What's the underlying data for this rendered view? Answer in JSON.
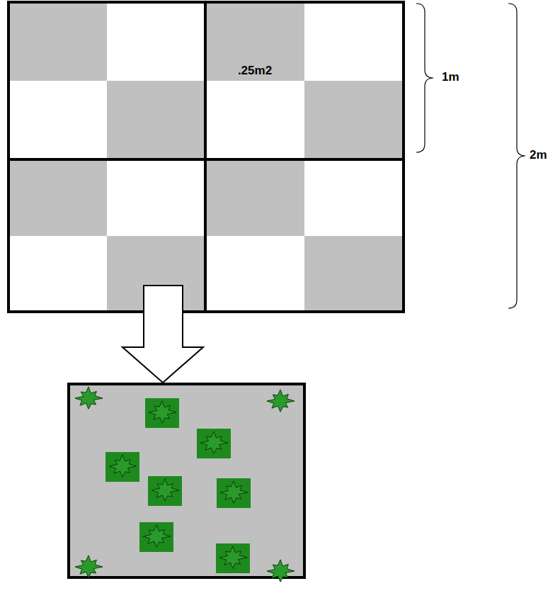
{
  "diagram": {
    "nodes": [
      {
        "text": [
          ".25m2"
        ]
      }
    ],
    "labels": [
      "1m",
      "2m"
    ]
  }
}
